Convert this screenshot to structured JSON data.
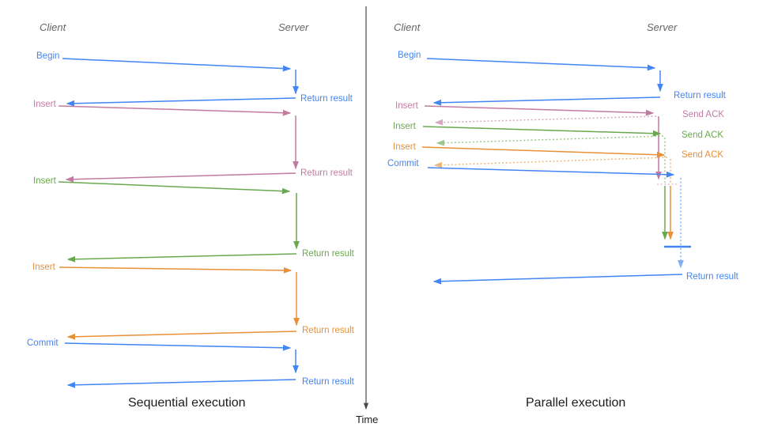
{
  "colors": {
    "blue": "#4285f4",
    "pink": "#c27ba0",
    "green": "#6aa84f",
    "orange": "#e69138",
    "gray": "#666666",
    "divider": "#4a4a4a",
    "title": "#1c1c1c"
  },
  "divider": {
    "time_label": "Time"
  },
  "left": {
    "title": "Sequential execution",
    "client": "Client",
    "server": "Server",
    "ops": [
      {
        "text": "Begin",
        "color": "blue"
      },
      {
        "text": "Insert",
        "color": "pink"
      },
      {
        "text": "Insert",
        "color": "green"
      },
      {
        "text": "Insert",
        "color": "orange"
      },
      {
        "text": "Commit",
        "color": "blue"
      }
    ],
    "returns": [
      {
        "text": "Return result",
        "color": "blue"
      },
      {
        "text": "Return result",
        "color": "pink"
      },
      {
        "text": "Return result",
        "color": "green"
      },
      {
        "text": "Return result",
        "color": "orange"
      },
      {
        "text": "Return result",
        "color": "blue"
      }
    ]
  },
  "right": {
    "title": "Parallel execution",
    "client": "Client",
    "server": "Server",
    "ops": [
      {
        "text": "Begin",
        "color": "blue"
      },
      {
        "text": "Insert",
        "color": "pink"
      },
      {
        "text": "Insert",
        "color": "green"
      },
      {
        "text": "Insert",
        "color": "orange"
      },
      {
        "text": "Commit",
        "color": "blue"
      }
    ],
    "returns": [
      {
        "text": "Return result",
        "color": "blue"
      },
      {
        "text": "Send ACK",
        "color": "pink"
      },
      {
        "text": "Send ACK",
        "color": "green"
      },
      {
        "text": "Send ACK",
        "color": "orange"
      },
      {
        "text": "Return result",
        "color": "blue"
      }
    ]
  }
}
